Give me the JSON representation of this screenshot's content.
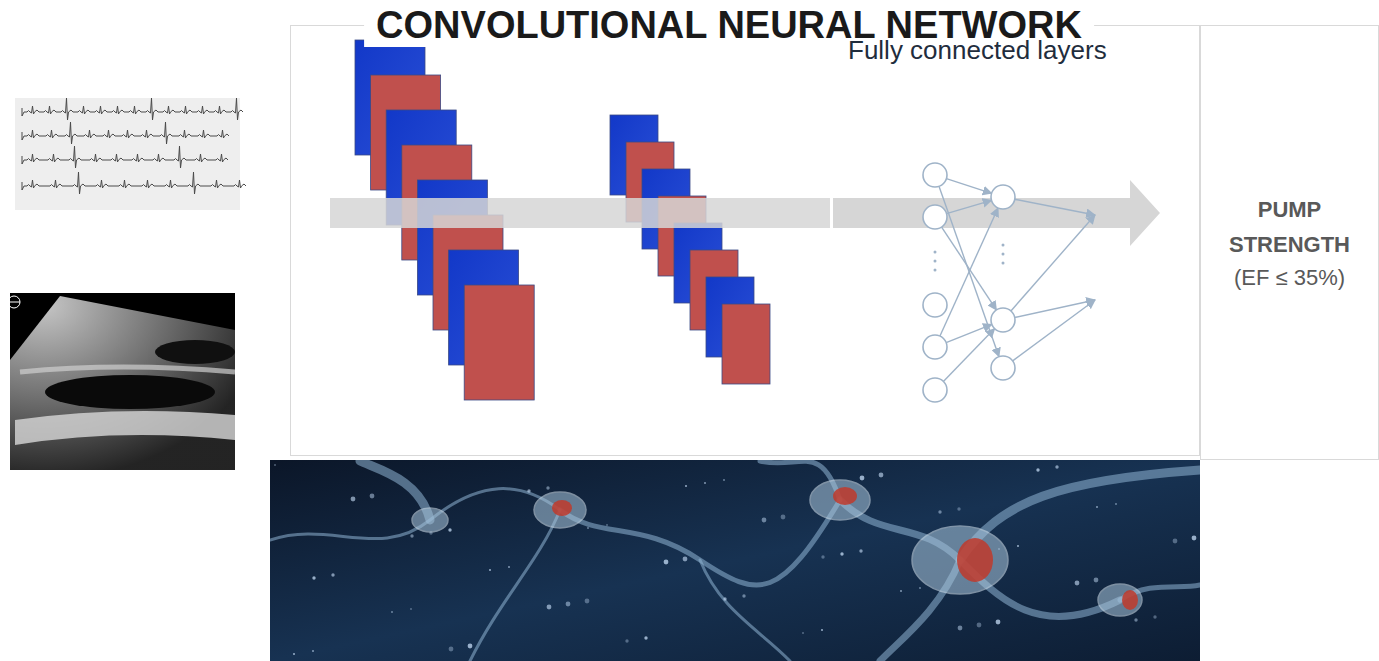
{
  "diagram": {
    "title": "CONVOLUTIONAL NEURAL NETWORK",
    "nodes": [
      {
        "text": [
          "PUMP STRENGTH",
          "(EF ≤ 35%)"
        ]
      }
    ],
    "labels": [
      "Fully connected layers"
    ]
  }
}
